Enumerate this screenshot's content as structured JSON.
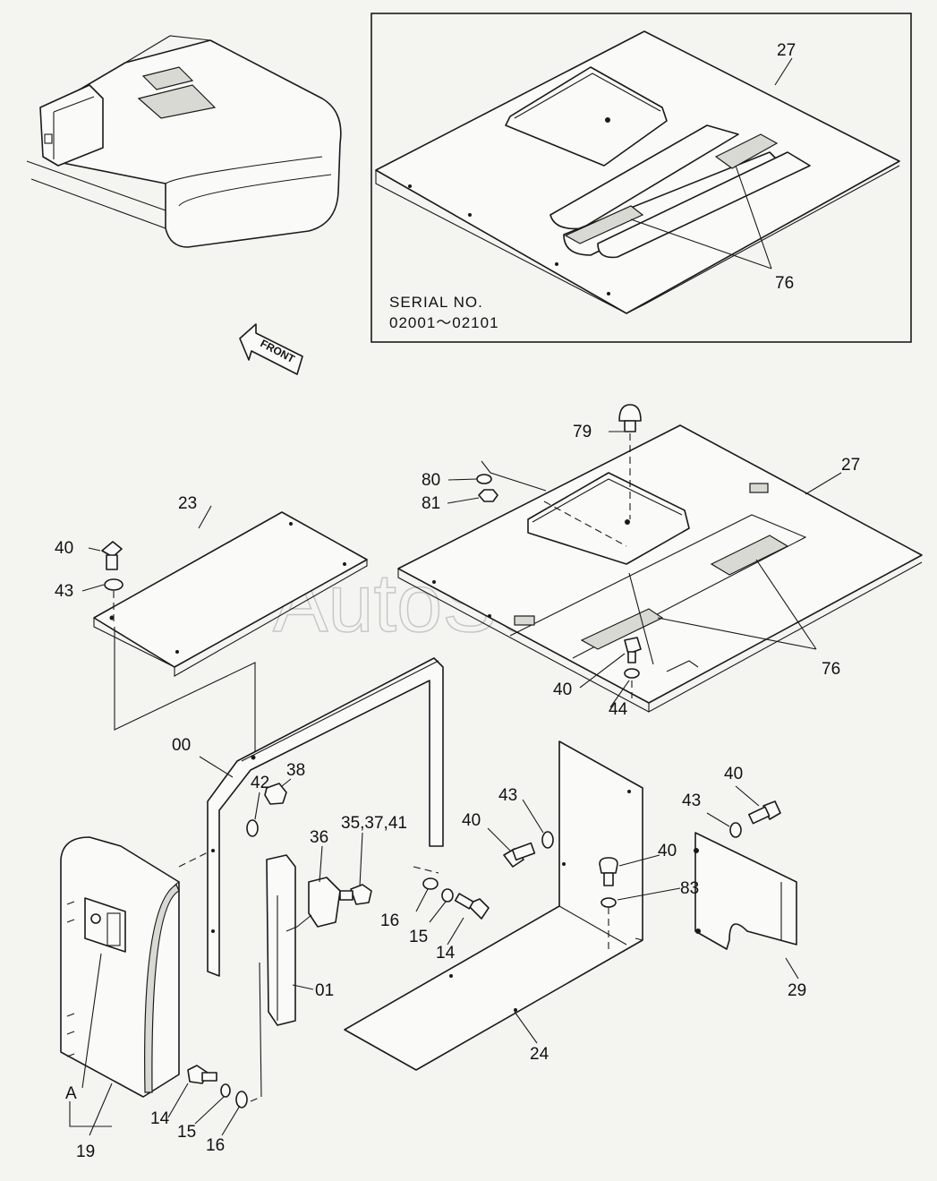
{
  "inset": {
    "serial_label": "SERIAL NO.",
    "serial_range": "02001～02101"
  },
  "front_arrow": {
    "text": "FRONT"
  },
  "watermark": "AutoSoft",
  "callouts": {
    "c27_inset": "27",
    "c76_inset": "76",
    "c79": "79",
    "c80": "80",
    "c81": "81",
    "c27": "27",
    "c23": "23",
    "c40_a": "40",
    "c43_a": "43",
    "c76": "76",
    "c40_b": "40",
    "c44": "44",
    "c00": "00",
    "c38": "38",
    "c42": "42",
    "c35_37_41": "35,37,41",
    "c36": "36",
    "c43_b": "43",
    "c40_c": "40",
    "c40_d": "40",
    "c83": "83",
    "c40_e": "40",
    "c43_c": "43",
    "c16_a": "16",
    "c15_a": "15",
    "c14_a": "14",
    "c01": "01",
    "c29": "29",
    "c24": "24",
    "c14_b": "14",
    "c15_b": "15",
    "c16_b": "16",
    "cA": "A",
    "c19": "19"
  }
}
